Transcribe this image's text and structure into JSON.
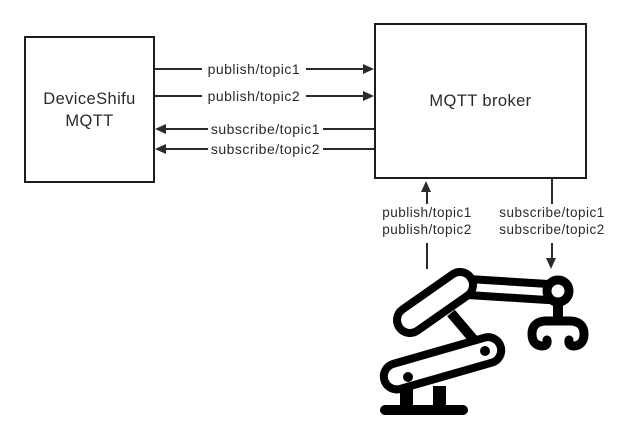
{
  "colors": {
    "background": "#ffffff",
    "line": "#2b2b2b",
    "border": "#1d1d1d",
    "text": "#2a2a2a",
    "robot": "#000000"
  },
  "nodes": {
    "deviceshifu": {
      "line1": "DeviceShifu",
      "line2": "MQTT"
    },
    "broker": {
      "label": "MQTT broker"
    }
  },
  "edges": {
    "horizontal": [
      {
        "label": "publish/topic1",
        "direction": "right"
      },
      {
        "label": "publish/topic2",
        "direction": "right"
      },
      {
        "label": "subscribe/topic1",
        "direction": "left"
      },
      {
        "label": "subscribe/topic2",
        "direction": "left"
      }
    ],
    "vertical": [
      {
        "line1": "publish/topic1",
        "line2": "publish/topic2",
        "direction": "up"
      },
      {
        "line1": "subscribe/topic1",
        "line2": "subscribe/topic2",
        "direction": "down"
      }
    ]
  },
  "icons": {
    "robot": "robot-arm-icon"
  }
}
